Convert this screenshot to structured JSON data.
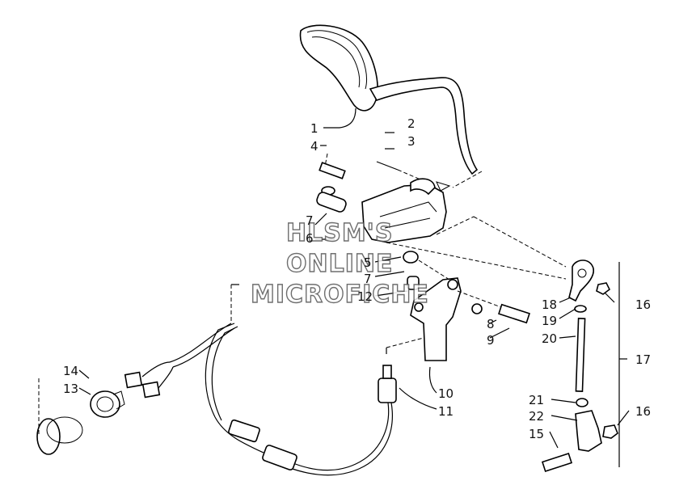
{
  "watermark": {
    "line1": "HLSM'S",
    "line2": "ONLINE",
    "line3": "MICROFICHE"
  },
  "callouts": [
    {
      "id": "c1",
      "text": "1"
    },
    {
      "id": "c2",
      "text": "2"
    },
    {
      "id": "c3",
      "text": "3"
    },
    {
      "id": "c4",
      "text": "4"
    },
    {
      "id": "c7a",
      "text": "7"
    },
    {
      "id": "c6",
      "text": "6"
    },
    {
      "id": "c5",
      "text": "5"
    },
    {
      "id": "c7b",
      "text": "7"
    },
    {
      "id": "c12",
      "text": "12"
    },
    {
      "id": "c8",
      "text": "8"
    },
    {
      "id": "c9",
      "text": "9"
    },
    {
      "id": "c10",
      "text": "10"
    },
    {
      "id": "c11",
      "text": "11"
    },
    {
      "id": "c14",
      "text": "14"
    },
    {
      "id": "c13",
      "text": "13"
    },
    {
      "id": "c18",
      "text": "18"
    },
    {
      "id": "c19",
      "text": "19"
    },
    {
      "id": "c20",
      "text": "20"
    },
    {
      "id": "c16a",
      "text": "16"
    },
    {
      "id": "c17",
      "text": "17"
    },
    {
      "id": "c21",
      "text": "21"
    },
    {
      "id": "c22",
      "text": "22"
    },
    {
      "id": "c15",
      "text": "15"
    },
    {
      "id": "c16b",
      "text": "16"
    }
  ]
}
